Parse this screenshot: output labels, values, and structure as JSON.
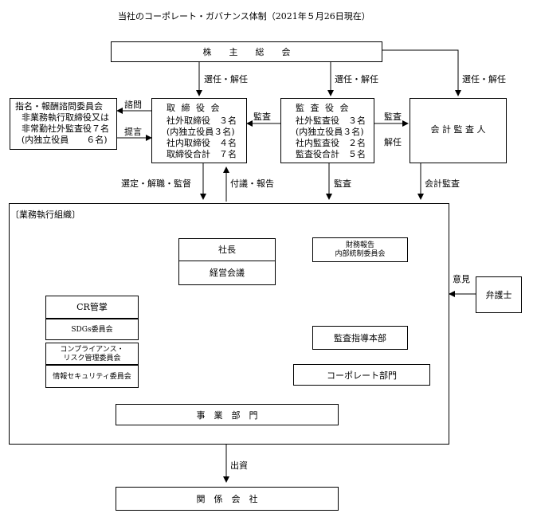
{
  "title": "当社のコーポレート・ガバナンス体制（2021年５月26日現在）",
  "shareholders": "株　　主　　総　　会",
  "nomination": {
    "title": "指名・報酬諮問委員会",
    "lines": [
      "非業務執行取締役又は",
      "非常勤社外監査役７名",
      "(内独立役員　　６名)"
    ]
  },
  "board": {
    "title": "取 締 役 会",
    "lines": [
      "社外取締役　３名",
      "(内独立役員３名)",
      "社内取締役　４名",
      "取締役合計　７名"
    ]
  },
  "audit_board": {
    "title": "監 査 役 会",
    "lines": [
      "社外監査役　３名",
      "(内独立役員３名)",
      "社内監査役　２名",
      "監査役合計　５名"
    ]
  },
  "accounting_auditor": "会 計 監 査 人",
  "labels": {
    "elect1": "選任・解任",
    "elect2": "選任・解任",
    "elect3": "選任・解任",
    "consult": "諮問",
    "propose": "提言",
    "audit_h": "監査",
    "audit_r": "監査",
    "dismiss": "解任",
    "appoint": "選定・解職・監督",
    "report": "付議・報告",
    "audit_down": "監査",
    "acc_audit": "会計監査",
    "opinion": "意見",
    "invest": "出資"
  },
  "exec_org": {
    "label": "〔業務執行組織〕",
    "president": "社長",
    "mgmt_meeting": "経営会議",
    "fin_report_1": "財務報告",
    "fin_report_2": "内部統制委員会",
    "cr": "CR管掌",
    "sdgs": "SDGs委員会",
    "compliance_1": "コンプライアンス・",
    "compliance_2": "リスク管理委員会",
    "infosec": "情報セキュリティ委員会",
    "audit_hq": "監査指導本部",
    "corporate": "コーポレート部門",
    "business": "事　業　部　門"
  },
  "lawyer": "弁護士",
  "affiliates": "関　係　会　社"
}
